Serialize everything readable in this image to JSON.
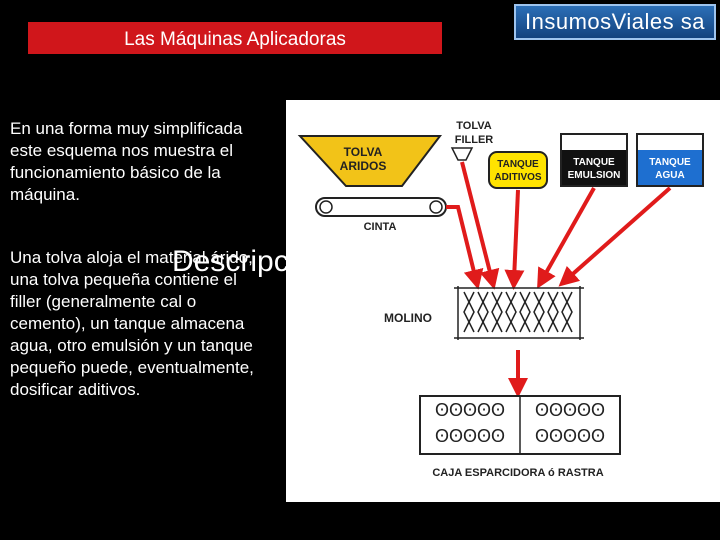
{
  "header": {
    "title": "Las Máquinas Aplicadoras",
    "logo_text": "InsumosViales sa"
  },
  "body": {
    "paragraph1": "En una forma muy simplificada este esquema nos muestra el funcionamiento básico de la máquina.",
    "paragraph2": "Una tolva aloja el material árido, una tolva pequeña contiene el filler (generalmente cal o cemento), un tanque almacena agua, otro emulsión y un tanque pequeño puede, eventualmente, dosificar aditivos.",
    "overlay_text": "Descripción"
  },
  "diagram": {
    "tolva_aridos": [
      "TOLVA",
      "ARIDOS"
    ],
    "tolva_filler": [
      "TOLVA",
      "FILLER"
    ],
    "tanque_aditivos": [
      "TANQUE",
      "ADITIVOS"
    ],
    "tanque_emulsion": [
      "TANQUE",
      "EMULSION"
    ],
    "tanque_agua": [
      "TANQUE",
      "AGUA"
    ],
    "cinta": "CINTA",
    "molino": "MOLINO",
    "caja": "CAJA ESPARCIDORA ó RASTRA"
  },
  "colors": {
    "title_bar": "#d0161b",
    "tolva_aridos": "#f2c318",
    "tanque_aditivos": "#ffe300",
    "arrows": "#e01b1b",
    "tanque_emulsion": "#111111",
    "tanque_agua": "#1e6fd0"
  }
}
